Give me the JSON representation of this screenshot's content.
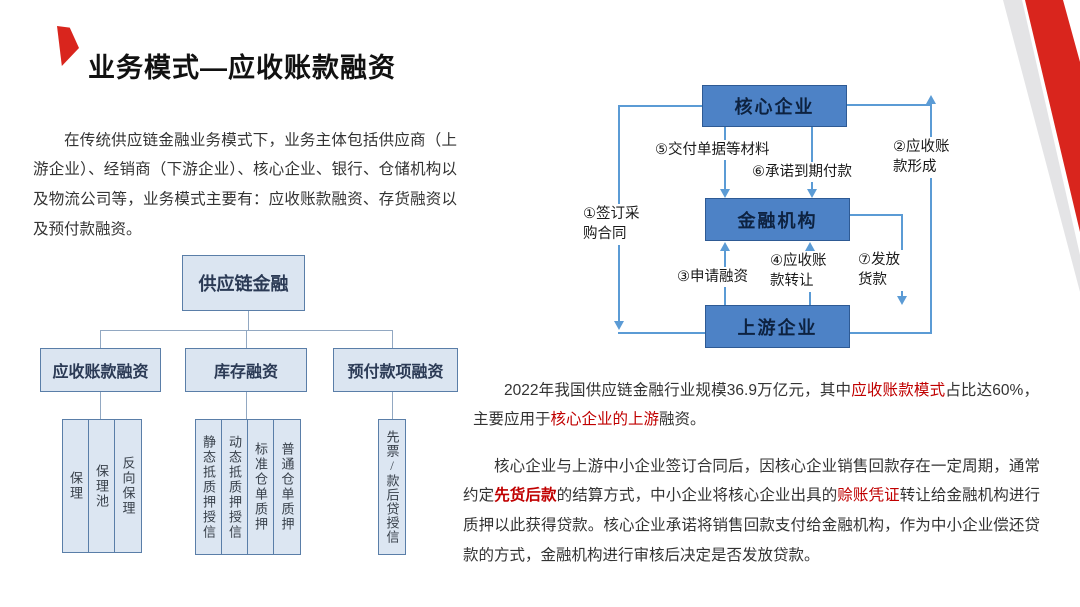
{
  "slide": {
    "title": "业务模式—应收账款融资"
  },
  "colors": {
    "accent_red": "#c00000",
    "decor_red": "#d9251d",
    "flow_box_blue": "#4d82c6",
    "tree_box_fill": "#dbe5f1",
    "arrow_blue": "#5b9bd5"
  },
  "intro_paragraph": "在传统供应链金融业务模式下，业务主体包括供应商（上游企业）、经销商（下游企业）、核心企业、银行、仓储机构以及物流公司等，业务模式主要有：应收账款融资、存货融资以及预付款融资。",
  "tree": {
    "root": "供应链金融",
    "branches": [
      {
        "label": "应收账款融资",
        "items": [
          "保理",
          "保理池",
          "反向保理"
        ]
      },
      {
        "label": "库存融资",
        "items": [
          "静态抵质押授信",
          "动态抵质押授信",
          "标准仓单质押",
          "普通仓单质押"
        ]
      },
      {
        "label": "预付款项融资",
        "items": [
          "先票/款后贷授信"
        ]
      }
    ]
  },
  "flow": {
    "nodes": {
      "core": "核心企业",
      "finance": "金融机构",
      "upstream": "上游企业"
    },
    "labels": {
      "step1": "①签订采购合同",
      "step2": "②应收账款形成",
      "step3": "③申请融资",
      "step4": "④应收账款转让",
      "step5": "⑤交付单据等材料",
      "step6": "⑥承诺到期付款",
      "step7": "⑦发放货款"
    }
  },
  "stats_paragraph_runs": [
    {
      "t": "2022年我国供应链金融行业规模36.9万亿元，其中",
      "s": ""
    },
    {
      "t": "应收账款模式",
      "s": "red"
    },
    {
      "t": "占比达60%，主要应用于",
      "s": ""
    },
    {
      "t": "核心企业的上游",
      "s": "red"
    },
    {
      "t": "融资。",
      "s": ""
    }
  ],
  "detail_paragraph_runs": [
    {
      "t": "核心企业与上游中小企业签订合同后，因核心企业销售回款存在一定周期，通常约定",
      "s": ""
    },
    {
      "t": "先货后款",
      "s": "redbold"
    },
    {
      "t": "的结算方式，中小企业将核心企业出具的",
      "s": ""
    },
    {
      "t": "赊账凭证",
      "s": "red"
    },
    {
      "t": "转让给金融机构进行质押以此获得贷款。核心企业承诺将销售回款支付给金融机构，作为中小企业偿还贷款的方式，金融机构进行审核后决定是否发放贷款。",
      "s": ""
    }
  ]
}
